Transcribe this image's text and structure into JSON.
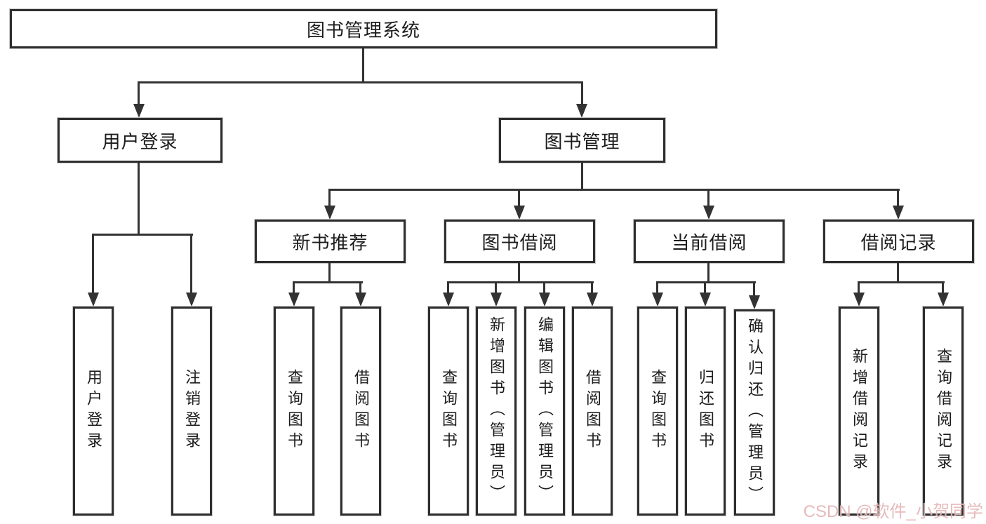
{
  "diagram": {
    "root": {
      "label": "图书管理系统"
    },
    "level2": {
      "user_login": {
        "label": "用户登录"
      },
      "book_mgmt": {
        "label": "图书管理"
      }
    },
    "level3": {
      "new_books": {
        "label": "新书推荐"
      },
      "book_borrow": {
        "label": "图书借阅"
      },
      "current_borrow": {
        "label": "当前借阅"
      },
      "borrow_records": {
        "label": "借阅记录"
      }
    },
    "leaves": {
      "user_login": [
        "用户登录",
        "注销登录"
      ],
      "new_books": [
        "查询图书",
        "借阅图书"
      ],
      "book_borrow": [
        "查询图书",
        "新增图书（管理员）",
        "编辑图书（管理员）",
        "借阅图书"
      ],
      "current_borrow": [
        "查询图书",
        "归还图书",
        "确认归还（管理员）"
      ],
      "borrow_records": [
        "新增借阅记录",
        "查询借阅记录"
      ]
    }
  },
  "watermark": {
    "text": "CSDN @软件_小贺同学",
    "color": "#e4b3b3"
  },
  "colors": {
    "line": "#333333",
    "border": "#2e2e2e",
    "background": "#ffffff",
    "text": "#1c1c1c"
  }
}
